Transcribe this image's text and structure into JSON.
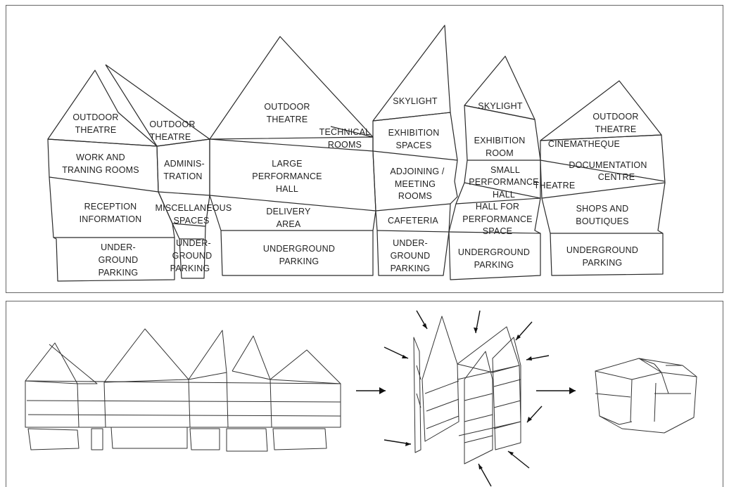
{
  "labels": {
    "outdoor_theatre_1": [
      "OUTDOOR",
      "THEATRE"
    ],
    "outdoor_theatre_2": [
      "OUTDOOR",
      "THEATRE"
    ],
    "work_training": [
      "WORK AND",
      "TRANING ROOMS"
    ],
    "administration": [
      "ADMINIS-",
      "TRATION"
    ],
    "reception": [
      "RECEPTION",
      "INFORMATION"
    ],
    "misc": [
      "MISCELLANEOUS",
      "SPACES"
    ],
    "underground_1": [
      "UNDER-",
      "GROUND",
      "PARKING"
    ],
    "underground_2": [
      "UNDER-",
      "GROUND",
      "PARKING"
    ],
    "outdoor_theatre_3": [
      "OUTDOOR",
      "THEATRE"
    ],
    "technical_rooms": [
      "TECHNICAL",
      "ROOMS"
    ],
    "large_hall": [
      "LARGE",
      "PERFORMANCE",
      "HALL"
    ],
    "delivery": [
      "DELIVERY",
      "AREA"
    ],
    "underground_3": [
      "UNDERGROUND",
      "PARKING"
    ],
    "skylight_1": [
      "SKYLIGHT"
    ],
    "exhibition_spaces": [
      "EXHIBITION",
      "SPACES"
    ],
    "adjoining": [
      "ADJOINING /",
      "MEETING",
      "ROOMS"
    ],
    "cafeteria": [
      "CAFETERIA"
    ],
    "underground_4": [
      "UNDER-",
      "GROUND",
      "PARKING"
    ],
    "skylight_2": [
      "SKYLIGHT"
    ],
    "exhibition_room": [
      "EXHIBITION",
      "ROOM"
    ],
    "small_hall": [
      "SMALL",
      "PERFORMANCE",
      "HALL"
    ],
    "hall_for_performance": [
      "HALL FOR",
      "PERFORMANCE",
      "SPACE"
    ],
    "underground_5": [
      "UNDERGROUND",
      "PARKING"
    ],
    "outdoor_theatre_4": [
      "OUTDOOR",
      "THEATRE"
    ],
    "cinematheque": [
      "CINEMATHEQUE"
    ],
    "documentation": [
      "DOCUMENTATION",
      "CENTRE"
    ],
    "theatre": [
      "THEATRE"
    ],
    "shops": [
      "SHOPS AND",
      "BOUTIQUES"
    ],
    "underground_6": [
      "UNDERGROUND",
      "PARKING"
    ]
  }
}
